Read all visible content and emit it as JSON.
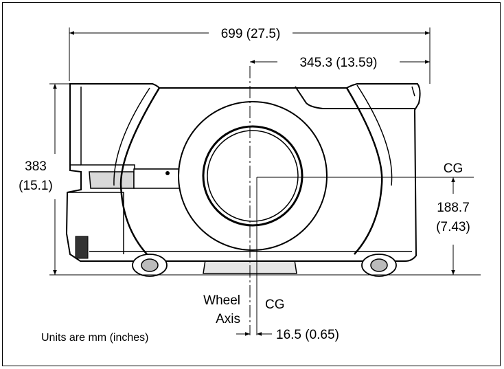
{
  "dimensions": {
    "overall_width": "699 (27.5)",
    "half_width": "345.3 (13.59)",
    "height_value": "383",
    "height_inches": "(15.1)",
    "cg_height_value": "188.7",
    "cg_height_inches": "(7.43)",
    "cg_offset": "16.5 (0.65)"
  },
  "labels": {
    "cg_side": "CG",
    "cg_bottom": "CG",
    "wheel_line1": "Wheel",
    "wheel_line2": "Axis"
  },
  "note": "Units are mm (inches)"
}
